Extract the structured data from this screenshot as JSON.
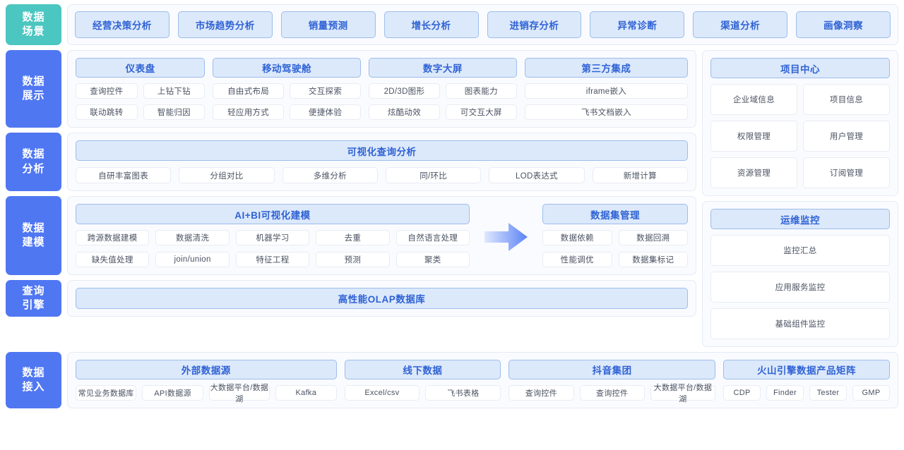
{
  "rails": {
    "scenario": {
      "line1": "数据",
      "line2": "场景",
      "color": "#4cc6c0"
    },
    "display": {
      "line1": "数据",
      "line2": "展示",
      "color": "#5077f2"
    },
    "analysis": {
      "line1": "数据",
      "line2": "分析",
      "color": "#5077f2"
    },
    "modeling": {
      "line1": "数据",
      "line2": "建模",
      "color": "#5077f2"
    },
    "engine": {
      "line1": "查询",
      "line2": "引擎",
      "color": "#5077f2"
    },
    "ingest": {
      "line1": "数据",
      "line2": "接入",
      "color": "#5077f2"
    }
  },
  "scenarios": [
    "经营决策分析",
    "市场趋势分析",
    "销量预测",
    "增长分析",
    "进销存分析",
    "异常诊断",
    "渠道分析",
    "画像洞察"
  ],
  "display": {
    "columns": [
      {
        "title": "仪表盘",
        "layout": "two",
        "items": [
          "查询控件",
          "上钻下钻",
          "联动跳转",
          "智能归因"
        ]
      },
      {
        "title": "移动驾驶舱",
        "layout": "two",
        "items": [
          "自由式布局",
          "交互探索",
          "轻应用方式",
          "便捷体验"
        ]
      },
      {
        "title": "数字大屏",
        "layout": "two",
        "items": [
          "2D/3D图形",
          "图表能力",
          "炫酷动效",
          "可交互大屏"
        ]
      },
      {
        "title": "第三方集成",
        "layout": "one",
        "items": [
          "iframe嵌入",
          "飞书文档嵌入"
        ]
      }
    ]
  },
  "analysis": {
    "title": "可视化查询分析",
    "items": [
      "自研丰富图表",
      "分组对比",
      "多维分析",
      "同/环比",
      "LOD表达式",
      "新增计算"
    ]
  },
  "modeling": {
    "left_title": "AI+BI可视化建模",
    "left_items": [
      "跨源数据建模",
      "数据清洗",
      "机器学习",
      "去重",
      "自然语言处理",
      "缺失值处理",
      "join/union",
      "特征工程",
      "预测",
      "聚类"
    ],
    "arrow": "right-arrow-icon",
    "arrow_color": "#5b84f5",
    "right_title": "数据集管理",
    "right_items": [
      "数据依赖",
      "数据回溯",
      "性能调优",
      "数据集标记"
    ]
  },
  "engine": {
    "title": "高性能OLAP数据库"
  },
  "ingest": {
    "columns": [
      {
        "title": "外部数据源",
        "cols": "c4",
        "items": [
          "常见业务数据库",
          "API数据源",
          "大数据平台/数据湖",
          "Kafka"
        ]
      },
      {
        "title": "线下数据",
        "cols": "c2",
        "items": [
          "Excel/csv",
          "飞书表格"
        ]
      },
      {
        "title": "抖音集团",
        "cols": "c3",
        "items": [
          "查询控件",
          "查询控件",
          "大数据平台/数据湖"
        ]
      },
      {
        "title": "火山引擎数据产品矩阵",
        "cols": "c4",
        "items": [
          "CDP",
          "Finder",
          "Tester",
          "GMP"
        ]
      }
    ]
  },
  "sidebar": {
    "project_center": {
      "title": "项目中心",
      "items": [
        "企业域信息",
        "项目信息",
        "权限管理",
        "用户管理",
        "资源管理",
        "订阅管理"
      ]
    },
    "ops_monitor": {
      "title": "运维监控",
      "items": [
        "监控汇总",
        "应用服务监控",
        "基础组件监控"
      ]
    }
  },
  "theme": {
    "pill_bg": "#dce9fb",
    "pill_border": "#9dbdea",
    "pill_text": "#2f62d4",
    "panel_bg": "#fafbfe",
    "panel_border": "#e4ebf7",
    "chip_text": "#4a5262",
    "rail_teal": "#4cc6c0",
    "rail_blue": "#5077f2"
  }
}
